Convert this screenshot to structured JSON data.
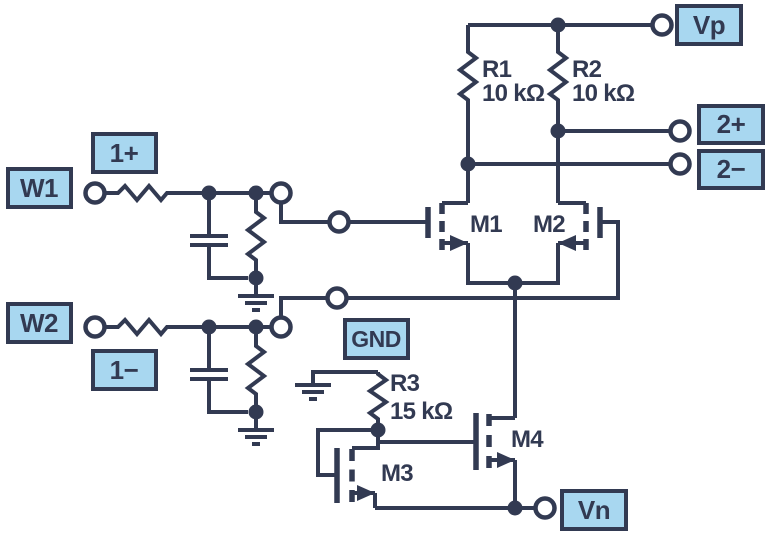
{
  "colors": {
    "line": "#323a52",
    "label_fill": "#a8d7f0",
    "background": "#ffffff"
  },
  "terminals": {
    "vp": "Vp",
    "out2_plus": "2+",
    "out2_minus": "2−",
    "w1": "W1",
    "in1_plus": "1+",
    "w2": "W2",
    "in1_minus": "1−",
    "gnd": "GND",
    "vn": "Vn"
  },
  "components": {
    "r1": {
      "ref": "R1",
      "value": "10 kΩ"
    },
    "r2": {
      "ref": "R2",
      "value": "10 kΩ"
    },
    "r3": {
      "ref": "R3",
      "value": "15 kΩ"
    },
    "m1": {
      "ref": "M1"
    },
    "m2": {
      "ref": "M2"
    },
    "m3": {
      "ref": "M3"
    },
    "m4": {
      "ref": "M4"
    }
  }
}
